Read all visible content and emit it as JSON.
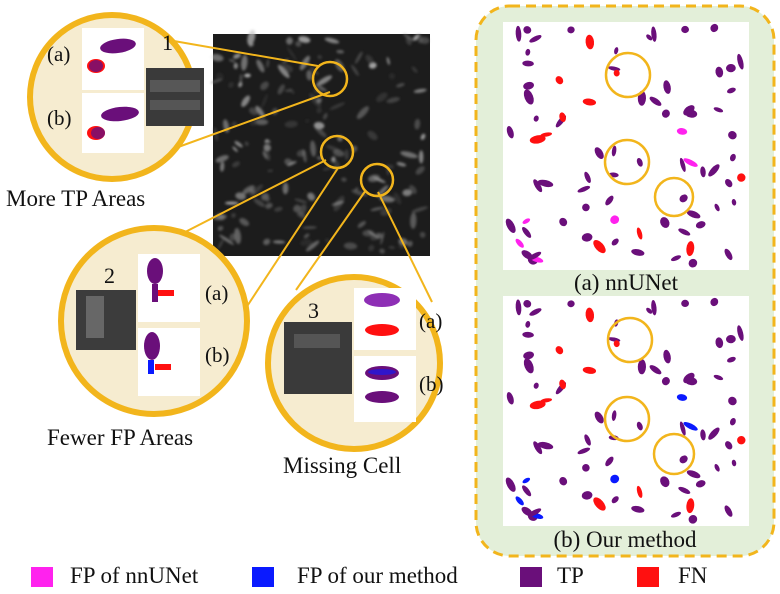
{
  "callouts": {
    "tp": "More TP Areas",
    "fp": "Fewer FP Areas",
    "missing": "Missing Cell"
  },
  "zoom_labels": {
    "z1_num": "1",
    "z1_a": "(a)",
    "z1_b": "(b)",
    "z2_num": "2",
    "z2_a": "(a)",
    "z2_b": "(b)",
    "z3_num": "3",
    "z3_a": "(a)",
    "z3_b": "(b)"
  },
  "panels": {
    "nnunet": "(a) nnUNet",
    "ours": "(b) Our method"
  },
  "legend": [
    {
      "label": "FP of nnUNet",
      "color": "#ff22ee"
    },
    {
      "label": "FP of our method",
      "color": "#0a1aff"
    },
    {
      "label": "TP",
      "color": "#6a0f7a"
    },
    {
      "label": "FN",
      "color": "#ff1010"
    }
  ],
  "colors": {
    "accent": "#f2b51c",
    "panel_bg": "#e3efd9",
    "tp": "#6a0f7a",
    "fn": "#ff1010",
    "fp_nnunet": "#ff22ee",
    "fp_ours": "#0a1aff"
  }
}
